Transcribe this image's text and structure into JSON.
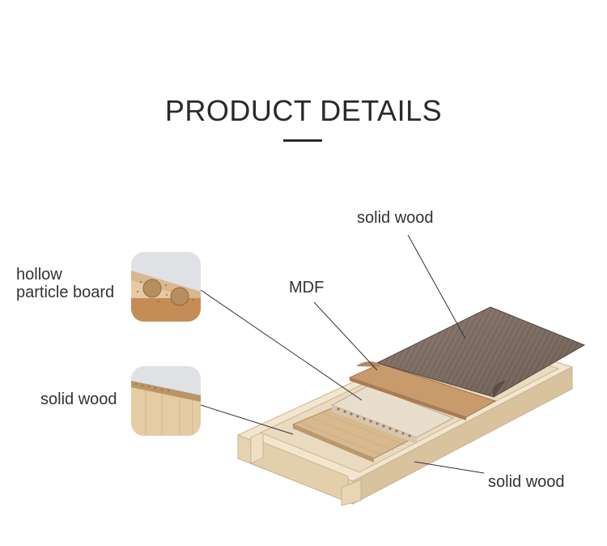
{
  "header": {
    "title": "PRODUCT DETAILS"
  },
  "callouts": {
    "hollow_particle_board_line1": "hollow",
    "hollow_particle_board_line2": "particle board",
    "solid_wood_left": "solid wood",
    "solid_wood_top": "solid wood",
    "mdf": "MDF",
    "solid_wood_bottom": "solid wood"
  },
  "colors": {
    "title": "#2a2a2a",
    "veneer_top": "#7d6d63",
    "mdf": "#c69467",
    "frame": "#eedcbf",
    "particle_board": "#e7dac8",
    "solid_wood_core": "#d9b88e"
  }
}
